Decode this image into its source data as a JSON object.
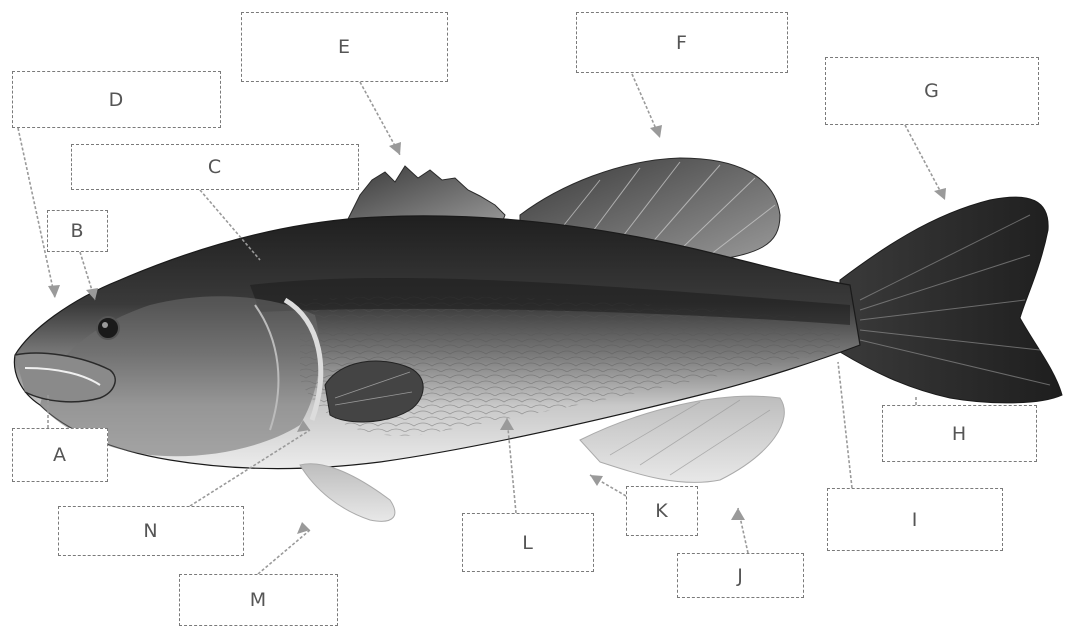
{
  "labels": {
    "A": "A",
    "B": "B",
    "C": "C",
    "D": "D",
    "E": "E",
    "F": "F",
    "G": "G",
    "H": "H",
    "I": "I",
    "J": "J",
    "K": "K",
    "L": "L",
    "M": "M",
    "N": "N"
  },
  "colors": {
    "fish_dark": "#2a2a2a",
    "fish_mid": "#6a6a6a",
    "fish_light": "#bdbdbd",
    "arrow": "#9a9a9a",
    "box_border": "#7a7a7a"
  }
}
